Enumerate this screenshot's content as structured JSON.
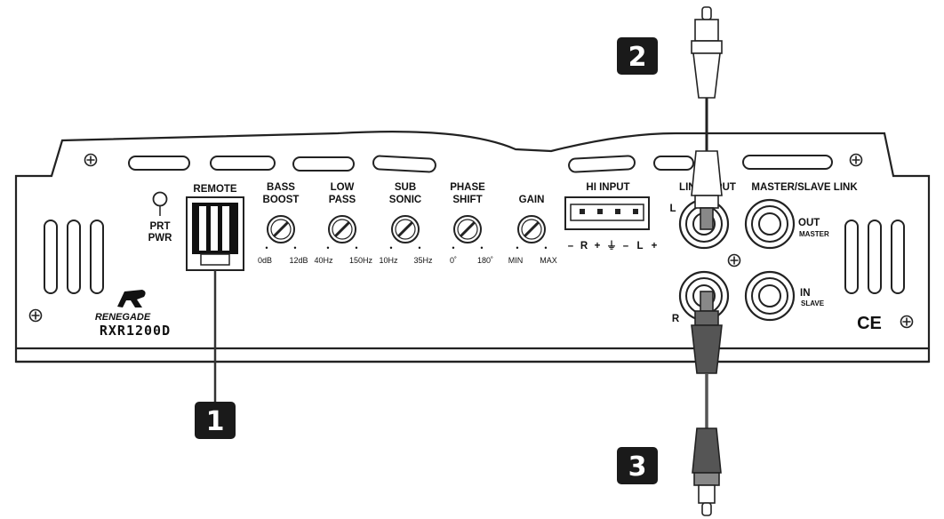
{
  "badges": [
    "1",
    "2",
    "3"
  ],
  "indicator": {
    "line1": "PRT",
    "line2": "PWR"
  },
  "remote": {
    "label": "REMOTE"
  },
  "knobs": [
    {
      "label1": "BASS",
      "label2": "BOOST",
      "min": "0dB",
      "max": "12dB"
    },
    {
      "label1": "LOW",
      "label2": "PASS",
      "min": "40Hz",
      "max": "150Hz"
    },
    {
      "label1": "SUB",
      "label2": "SONIC",
      "min": "10Hz",
      "max": "35Hz"
    },
    {
      "label1": "PHASE",
      "label2": "SHIFT",
      "min": "0˚",
      "max": "180˚"
    },
    {
      "label1": "",
      "label2": "GAIN",
      "min": "MIN",
      "max": "MAX"
    }
  ],
  "hi_input": {
    "label": "HI INPUT",
    "pins": [
      "–",
      "R",
      "+",
      "⏚",
      "–",
      "L",
      "+"
    ]
  },
  "line_input": {
    "label": "LINE INPUT",
    "left": "L",
    "right": "R"
  },
  "master_slave": {
    "label": "MASTER/SLAVE LINK",
    "out": "OUT",
    "master": "MASTER",
    "in": "IN",
    "slave": "SLAVE"
  },
  "brand": {
    "name": "RENEGADE",
    "model": "RXR1200D"
  },
  "ce_mark": "CE"
}
